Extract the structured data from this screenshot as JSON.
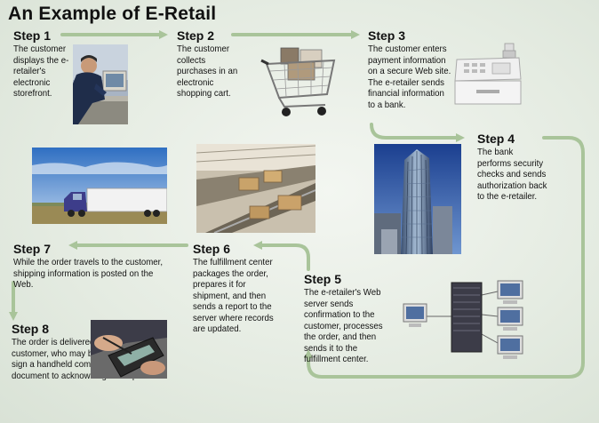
{
  "title": "An Example of E-Retail",
  "steps": [
    {
      "heading": "Step 1",
      "text": "The customer displays the e-retailer's electronic storefront."
    },
    {
      "heading": "Step 2",
      "text": "The customer collects purchases in an electronic shopping cart."
    },
    {
      "heading": "Step 3",
      "text": "The customer enters payment information on a secure Web site. The e-retailer sends financial information to a bank."
    },
    {
      "heading": "Step 4",
      "text": "The bank performs security checks and sends authorization back to the e-retailer."
    },
    {
      "heading": "Step 5",
      "text": "The e-retailer's Web server sends confirmation to the customer, processes the order, and then sends it to the fulfillment center."
    },
    {
      "heading": "Step 6",
      "text": "The fulfillment center packages the order, prepares it for shipment, and then sends a report to the server where records are updated."
    },
    {
      "heading": "Step 7",
      "text": "While the order travels to the customer, shipping information is posted on the Web."
    },
    {
      "heading": "Step 8",
      "text": "The order is delivered to the customer, who may be required to sign a handheld computer or document to acknowledge receipt."
    }
  ],
  "colors": {
    "arrow": "#a9c49a",
    "background": "#e6ece3"
  },
  "images": [
    "customer-at-computer",
    "shopping-cart",
    "cash-register",
    "office-tower",
    "delivery-truck",
    "conveyor-belt",
    "server-network",
    "handheld-signature"
  ]
}
